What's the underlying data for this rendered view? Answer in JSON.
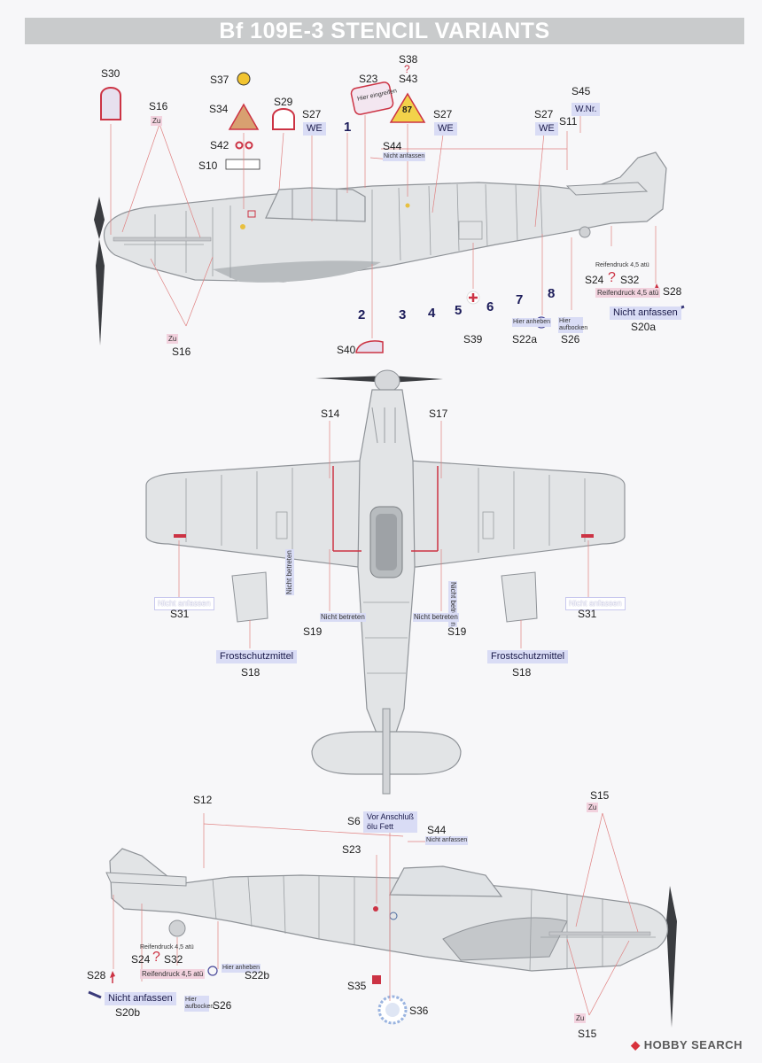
{
  "title": "Bf 109E-3 STENCIL VARIANTS",
  "watermark": {
    "brand": "HOBBY SEARCH"
  },
  "side_view_labels": {
    "S30": "S30",
    "S16_top": "S16",
    "S16_bottom": "S16",
    "S37": "S37",
    "S34": "S34",
    "S29": "S29",
    "S42": "S42",
    "S10": "S10",
    "S27_a": "S27",
    "S23": "S23",
    "S38": "S38",
    "S43": "S43",
    "S27_b": "S27",
    "S44": "S44",
    "S27_c": "S27",
    "S11": "S11",
    "S45": "S45",
    "S24": "S24",
    "S32": "S32",
    "S28": "S28",
    "S20a": "S20a",
    "S22a": "S22a",
    "S26": "S26",
    "S39": "S39",
    "S40": "S40"
  },
  "stencil_texts": {
    "zu": "Zu",
    "we": "WE",
    "wnr": "W.Nr.",
    "nicht_anfassen": "Nicht anfassen",
    "nicht_betreten": "Nicht betreten",
    "nicht_auflassen": "Nicht anfassen",
    "frostschutzmittel": "Frostschutzmittel",
    "hier_aufbocken": "Hier aufbocken",
    "hier_anheben": "Hier anheben",
    "hier_eingreifen": "Hier eingreifen",
    "nicht_anfassen_small": "Nicht anfassen",
    "question": "?",
    "fuel_87": "87",
    "reifendruck": "Reifendruck 4,5 atü",
    "vor_anschluss": "Vor Anschluß",
    "olu_fett": "ölu Fett"
  },
  "panel_numbers": [
    "1",
    "2",
    "3",
    "4",
    "5",
    "6",
    "7",
    "8"
  ],
  "top_view_labels": {
    "S14": "S14",
    "S17": "S17",
    "S31_left": "S31",
    "S31_right": "S31",
    "S19_left": "S19",
    "S19_right": "S19",
    "S18_left": "S18",
    "S18_right": "S18"
  },
  "bottom_view_labels": {
    "S12": "S12",
    "S6": "S6",
    "S44": "S44",
    "S23": "S23",
    "S15_top": "S15",
    "S15_bottom": "S15",
    "S28": "S28",
    "S24": "S24",
    "S32": "S32",
    "S20b": "S20b",
    "S22b": "S22b",
    "S26": "S26",
    "S35": "S35",
    "S36": "S36"
  },
  "colors": {
    "airframe": "#e2e4e6",
    "panel_line": "#9a9ea2",
    "leader": "#e08080",
    "stencil_red": "#cc3344",
    "propeller": "#3a3c40",
    "belly_shade": "#b8bcbf",
    "banner": "#c9cbcc"
  }
}
